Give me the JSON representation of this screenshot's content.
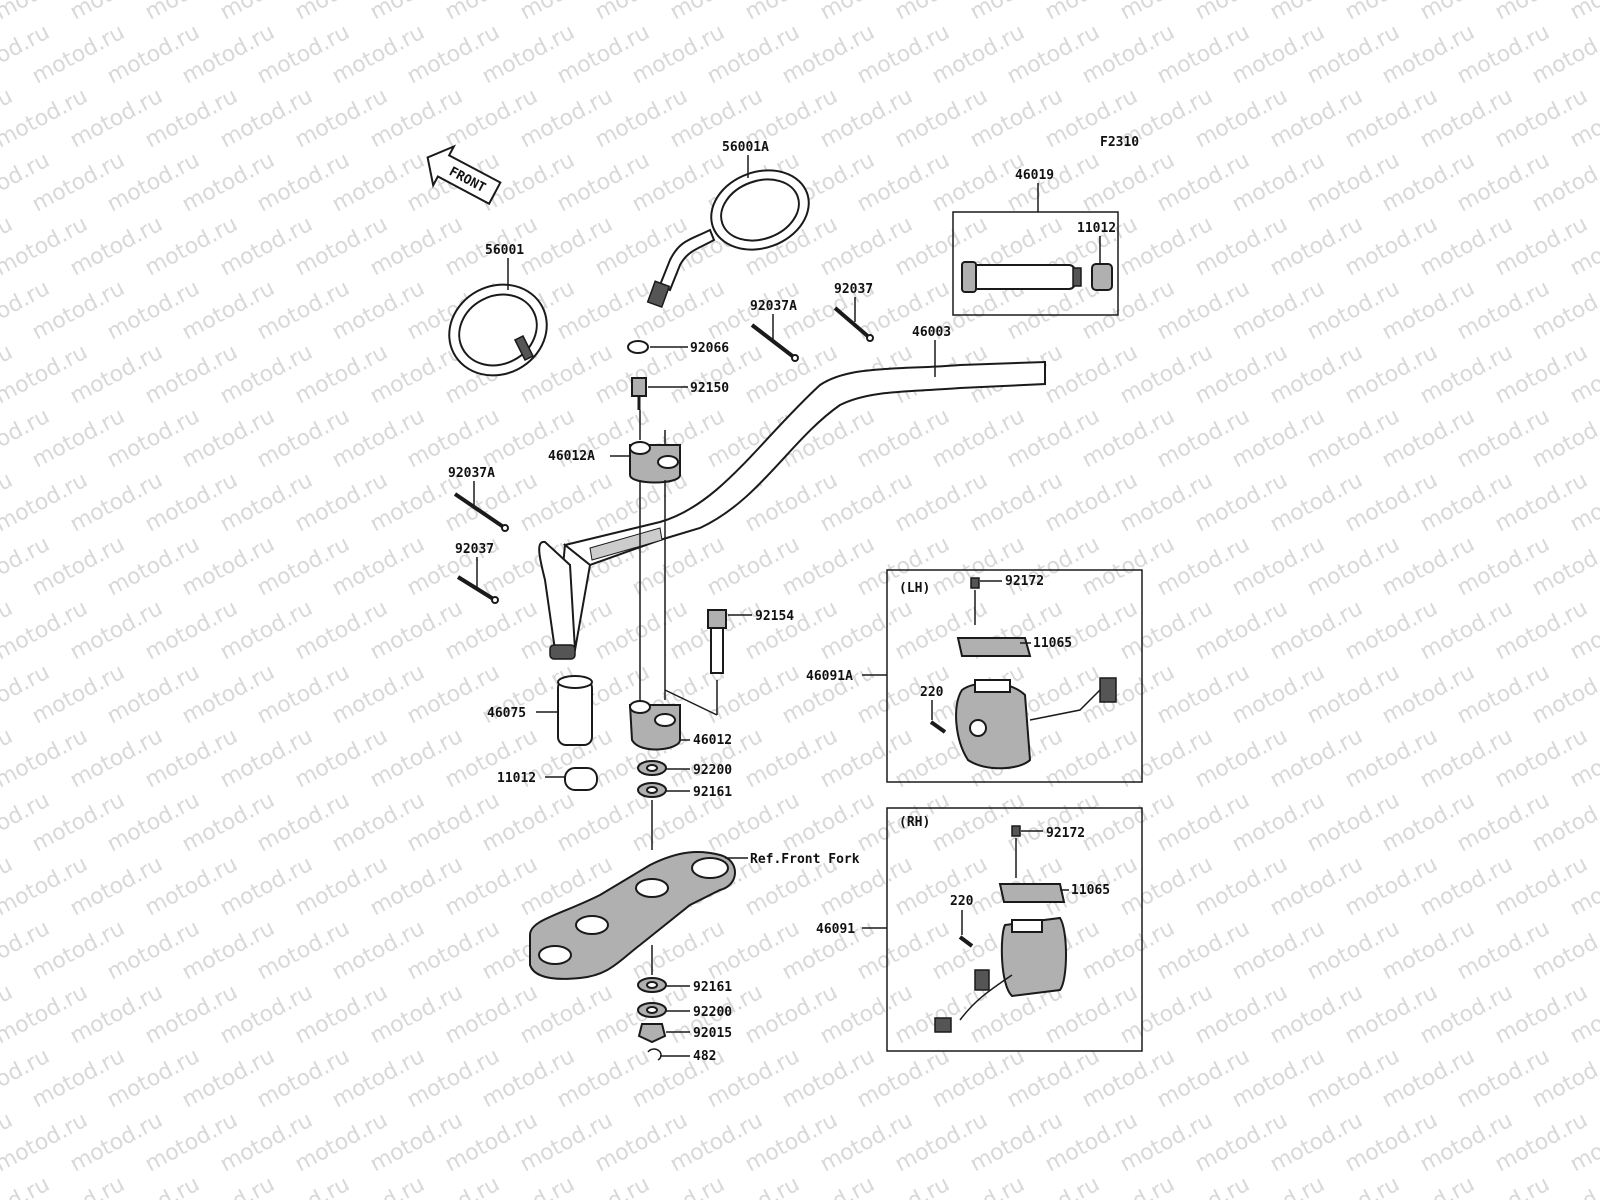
{
  "watermark": "motod.ru",
  "figure_code": "F2310",
  "front_label": "FRONT",
  "box_lh_label": "(LH)",
  "box_rh_label": "(RH)",
  "ref_front_fork": "Ref.Front Fork",
  "part_numbers": {
    "p56001": "56001",
    "p56001a": "56001A",
    "p46019": "46019",
    "p11012_grip": "11012",
    "p92037_top": "92037",
    "p92037a_top": "92037A",
    "p46003": "46003",
    "p92066": "92066",
    "p92150": "92150",
    "p46012a": "46012A",
    "p92037a_left": "92037A",
    "p92037_left": "92037",
    "p92154": "92154",
    "p46075": "46075",
    "p46012": "46012",
    "p11012_left": "11012",
    "p92200_top": "92200",
    "p92161_top": "92161",
    "p92161_bot": "92161",
    "p92200_bot": "92200",
    "p92015": "92015",
    "p482": "482",
    "p46091a": "46091A",
    "p92172_lh": "92172",
    "p11065_lh": "11065",
    "p220_lh": "220",
    "p46091": "46091",
    "p92172_rh": "92172",
    "p11065_rh": "11065",
    "p220_rh": "220"
  }
}
